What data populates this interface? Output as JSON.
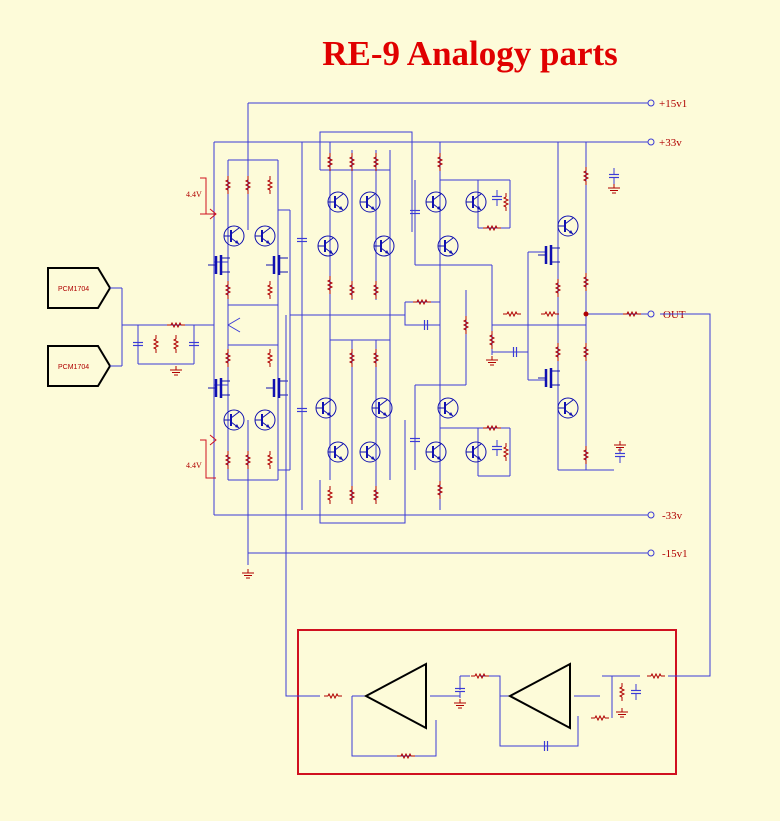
{
  "title": "RE-9 Analogy parts",
  "rails": {
    "pos15": "+15v1",
    "pos33": "+33v",
    "out": "OUT",
    "neg33": "-33v",
    "neg15": "-15v1"
  },
  "sources": {
    "dac_top": "PCM1704",
    "dac_bottom": "PCM1704"
  },
  "bias": {
    "top": "4.4V",
    "bottom": "4.4V"
  },
  "colors": {
    "background": "#fdfbd9",
    "wire": "#3b3bd6",
    "component": "#b00000",
    "device": "#1010b0",
    "servo_box": "#d01020",
    "title": "#e00000"
  }
}
